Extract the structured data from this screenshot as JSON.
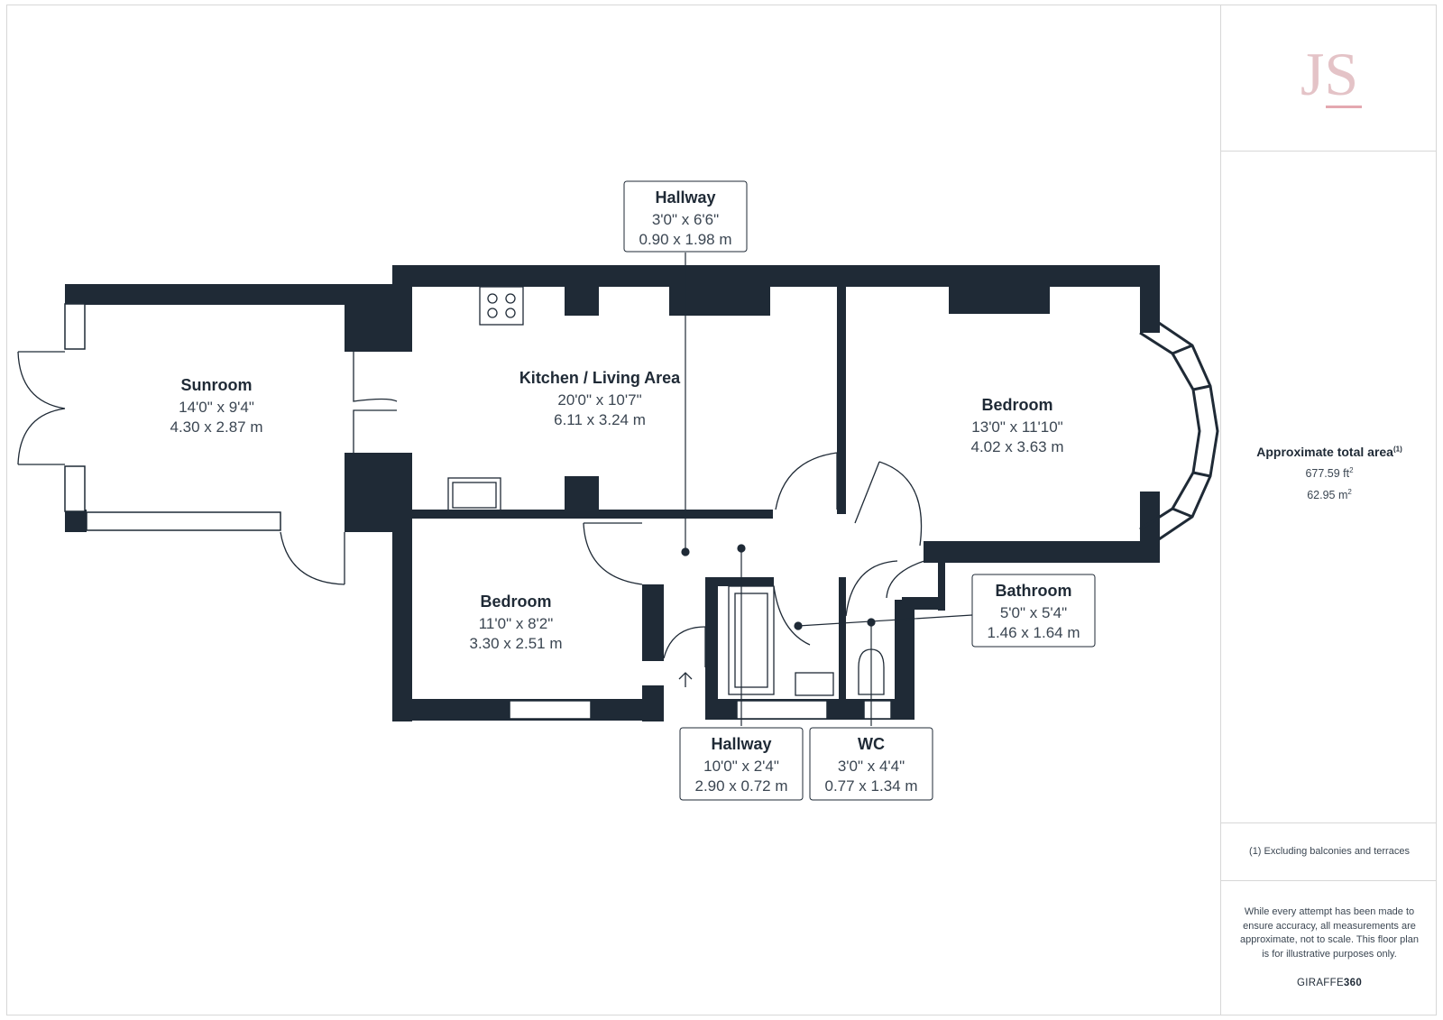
{
  "logo": {
    "text": "JS"
  },
  "rooms": [
    {
      "key": "sunroom",
      "name": "Sunroom",
      "imperial": "14'0\" x 9'4\"",
      "metric": "4.30 x 2.87 m"
    },
    {
      "key": "kitchen",
      "name": "Kitchen / Living Area",
      "imperial": "20'0\" x 10'7\"",
      "metric": "6.11 x 3.24 m"
    },
    {
      "key": "bedroom1",
      "name": "Bedroom",
      "imperial": "13'0\" x 11'10\"",
      "metric": "4.02 x 3.63 m"
    },
    {
      "key": "bedroom2",
      "name": "Bedroom",
      "imperial": "11'0\" x 8'2\"",
      "metric": "3.30 x 2.51 m"
    },
    {
      "key": "hallway_top",
      "name": "Hallway",
      "imperial": "3'0\" x 6'6\"",
      "metric": "0.90 x 1.98 m"
    },
    {
      "key": "hallway_bottom",
      "name": "Hallway",
      "imperial": "10'0\" x 2'4\"",
      "metric": "2.90 x 0.72 m"
    },
    {
      "key": "wc",
      "name": "WC",
      "imperial": "3'0\" x 4'4\"",
      "metric": "0.77 x 1.34 m"
    },
    {
      "key": "bathroom",
      "name": "Bathroom",
      "imperial": "5'0\" x 5'4\"",
      "metric": "1.46 x 1.64 m"
    }
  ],
  "summary": {
    "title": "Approximate total area",
    "title_sup": "(1)",
    "area_ft": "677.59 ft",
    "area_m": "62.95 m",
    "sq_sup": "2",
    "note": "(1) Excluding balconies and terraces",
    "disclaimer": "While every attempt has been made to ensure accuracy, all measurements are approximate, not to scale. This floor plan is for illustrative purposes only.",
    "brand_light": "GIRAFFE",
    "brand_bold": "360"
  },
  "colors": {
    "wall": "#1f2a36",
    "line": "#1f2a36",
    "logo": "#e4c3c7",
    "border": "#d7d7d7"
  }
}
